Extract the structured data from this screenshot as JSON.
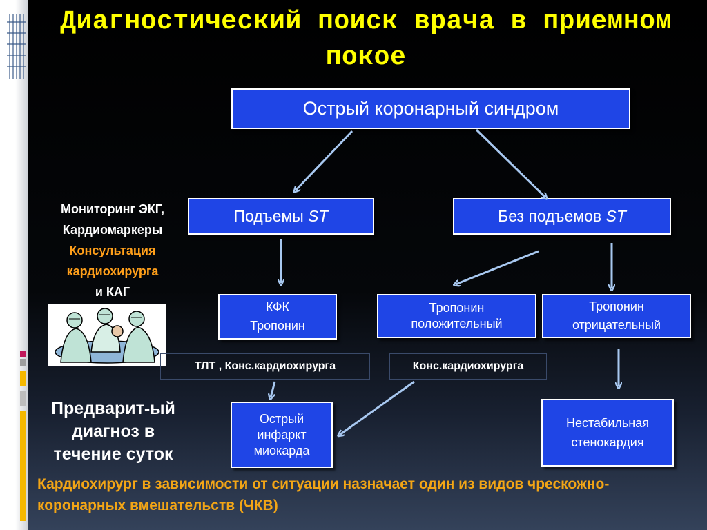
{
  "title": "Диагностический поиск врача в приемном покое",
  "nodes": {
    "acs": "Острый коронарный синдром",
    "st_up_label": "Подъемы ",
    "st_up_em": "ST",
    "st_none_label": "Без подъемов ",
    "st_none_em": "ST",
    "kfk_line1": "КФК",
    "kfk_line2": "Тропонин",
    "trop_pos_line1": "Тропонин",
    "trop_pos_line2": "положительный",
    "trop_neg_line1": "Тропонин",
    "trop_neg_line2": "отрицательный",
    "tlt_prefix": "ТЛТ",
    "tlt_rest": " , Конс.кардиохирурга",
    "cons": "Конс.кардиохирурга",
    "mi_line1": "Острый",
    "mi_line2": "инфаркт",
    "mi_line3": "миокарда",
    "unstable_line1": "Нестабильная",
    "unstable_line2": "стенокардия"
  },
  "left_panel": {
    "line1": "Мониторинг ЭКГ,",
    "line2": "Кардиомаркеры",
    "line3": "Консультация",
    "line4": "кардиохирурга",
    "line5": "и КАГ",
    "image_icon": "surgeons-clipart"
  },
  "prelim": {
    "line1": "Предварит-ый",
    "line2": "диагноз в",
    "line3": "течение суток"
  },
  "bottom_note": "Кардиохирург в зависимости от ситуации назначает один из видов чрескожно-коронарных вмешательств (ЧКВ)",
  "colors": {
    "background": "#000000",
    "box_fill": "#1f45e6",
    "box_border": "#ffffff",
    "title": "#ffff00",
    "highlight": "#ff9f1a",
    "note": "#f2a516",
    "arrow": "#a8c8f0"
  }
}
